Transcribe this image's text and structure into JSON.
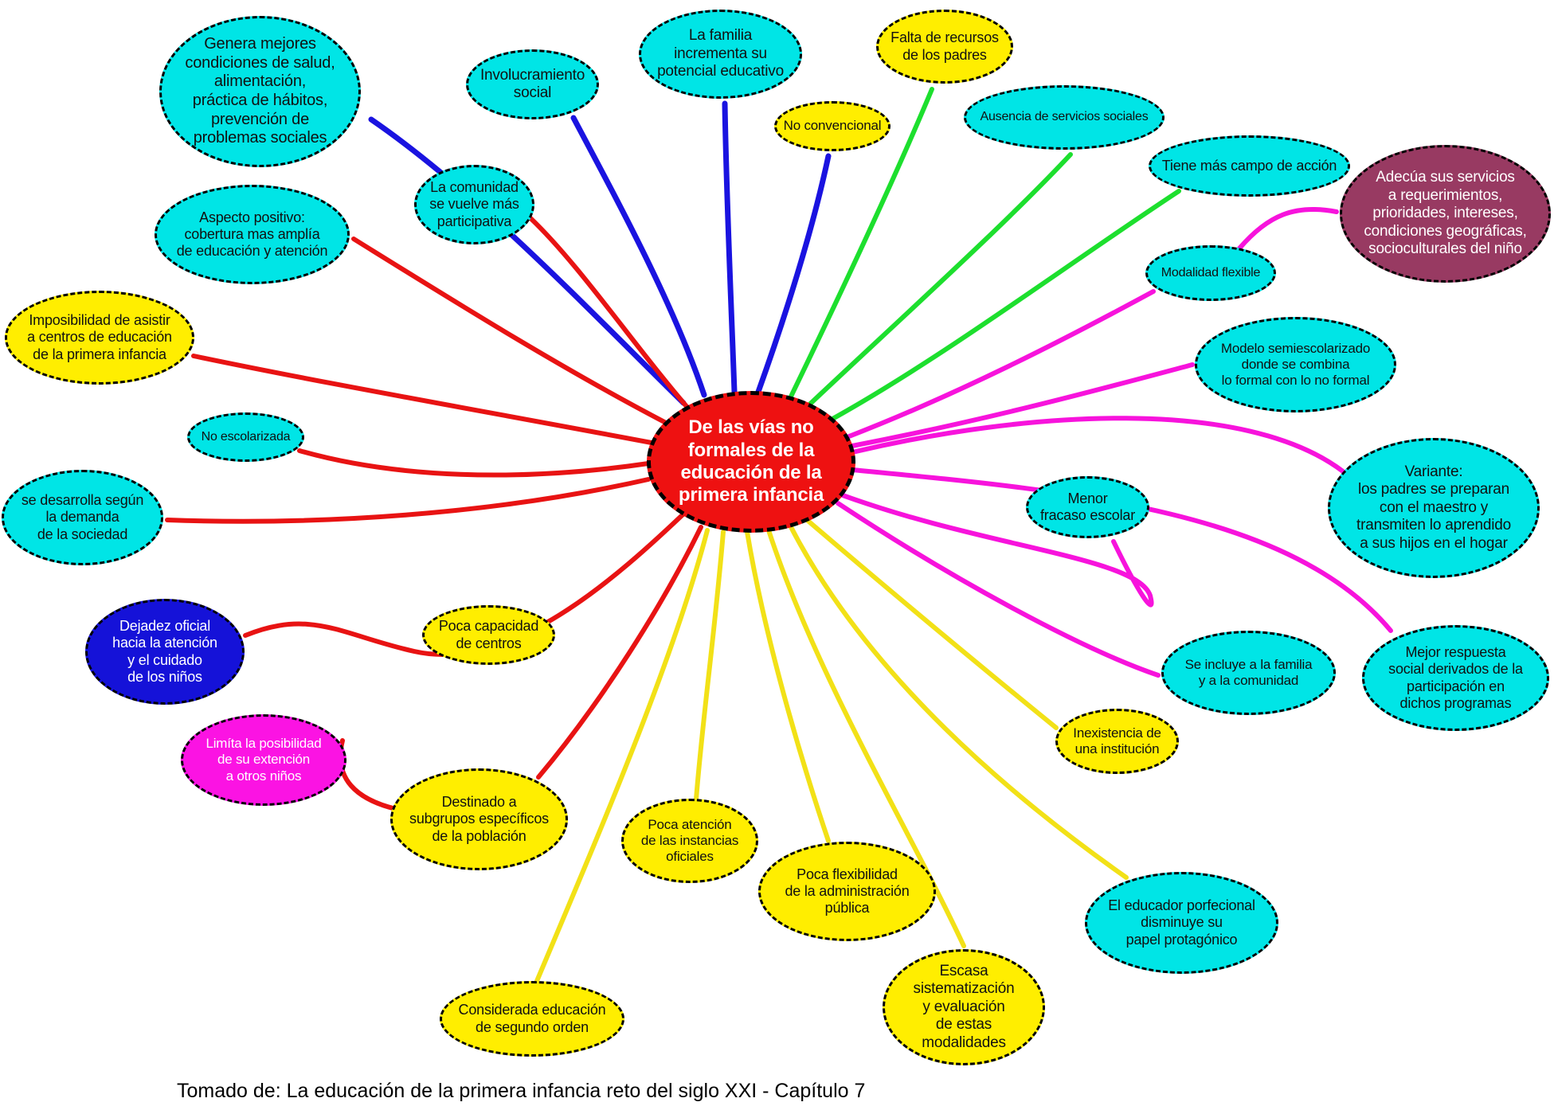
{
  "caption": "Tomado de: La educación de la primera infancia reto del siglo XXI - Capítulo 7",
  "palette": {
    "node_cyan": "#00e5e6",
    "node_yellow": "#ffee00",
    "node_red": "#ee1111",
    "node_blue": "#1512d8",
    "node_magenta": "#fb13e3",
    "node_maroon": "#983a62",
    "arrow_red": "#e81313",
    "arrow_blue": "#1a13e0",
    "arrow_green": "#1ddf2e",
    "arrow_magenta": "#f713dc",
    "arrow_yellow": "#f2e117"
  },
  "nodes": [
    {
      "id": "center",
      "fill": "red",
      "label": "De las vías no\nformales de la\neducación de la\nprimera infancia"
    },
    {
      "id": "genera-mejores",
      "fill": "cyan",
      "label": "Genera mejores\ncondiciones de salud,\nalimentación,\npráctica de hábitos,\nprevención de\nproblemas sociales"
    },
    {
      "id": "involucramiento-social",
      "fill": "cyan",
      "label": "Involucramiento\nsocial"
    },
    {
      "id": "la-familia",
      "fill": "cyan",
      "label": "La familia\nincrementa su\npotencial educativo"
    },
    {
      "id": "no-convencional",
      "fill": "yellow",
      "label": "No convencional"
    },
    {
      "id": "falta-de-recursos",
      "fill": "yellow",
      "label": "Falta de recursos\nde los padres"
    },
    {
      "id": "ausencia-servicios",
      "fill": "cyan",
      "label": "Ausencia de servicios sociales"
    },
    {
      "id": "tiene-mas-campo",
      "fill": "cyan",
      "label": "Tiene más campo de acción"
    },
    {
      "id": "adecua-servicios",
      "fill": "maroon",
      "label": "Adecúa sus servicios\na requerimientos,\nprioridades, intereses,\ncondiciones geográficas,\nsocioculturales del niño"
    },
    {
      "id": "modalidad-flexible",
      "fill": "cyan",
      "label": "Modalidad flexible"
    },
    {
      "id": "modelo-semiescolarizado",
      "fill": "cyan",
      "label": "Modelo semiescolarizado\ndonde se combina\nlo formal con lo no formal"
    },
    {
      "id": "variante",
      "fill": "cyan",
      "label": "Variante:\nlos padres se preparan\ncon el maestro y\ntransmiten lo aprendido\na sus hijos en el hogar"
    },
    {
      "id": "menor-fracaso",
      "fill": "cyan",
      "label": "Menor\nfracaso escolar"
    },
    {
      "id": "mejor-respuesta",
      "fill": "cyan",
      "label": "Mejor respuesta\nsocial derivados de la\nparticipación en\ndichos programas"
    },
    {
      "id": "se-incluye-familia",
      "fill": "cyan",
      "label": "Se incluye a la familia\ny a la comunidad"
    },
    {
      "id": "inexistencia-institucion",
      "fill": "yellow",
      "label": "Inexistencia de\nuna institución"
    },
    {
      "id": "educador-porfecional",
      "fill": "cyan",
      "label": "El educador porfecional\ndisminuye su\npapel protagónico"
    },
    {
      "id": "escasa-sistematizacion",
      "fill": "yellow",
      "label": "Escasa\nsistematización\ny evaluación\nde estas\nmodalidades"
    },
    {
      "id": "poca-flexibilidad",
      "fill": "yellow",
      "label": "Poca flexibilidad\nde la administración\npública"
    },
    {
      "id": "poca-atencion",
      "fill": "yellow",
      "label": "Poca atención\nde las instancias\noficiales"
    },
    {
      "id": "considerada-segundo-orden",
      "fill": "yellow",
      "label": "Considerada educación\nde segundo orden"
    },
    {
      "id": "destinado-subgrupos",
      "fill": "yellow",
      "label": "Destinado a\nsubgrupos específicos\nde la población"
    },
    {
      "id": "limita-posibilidad",
      "fill": "magenta",
      "label": "Limíta la posibilidad\nde su extención\na otros niños"
    },
    {
      "id": "dejadez-oficial",
      "fill": "blue",
      "label": "Dejadez oficial\nhacia la atención\ny el cuidado\nde los niños"
    },
    {
      "id": "poca-capacidad",
      "fill": "yellow",
      "label": "Poca capacidad\nde centros"
    },
    {
      "id": "se-desarrolla-demanda",
      "fill": "cyan",
      "label": "se desarrolla según\nla demanda\nde la sociedad"
    },
    {
      "id": "no-escolarizada",
      "fill": "cyan",
      "label": "No escolarizada"
    },
    {
      "id": "imposibilidad-asistir",
      "fill": "yellow",
      "label": "Imposibilidad de asistir\na centros de educación\nde la primera infancia"
    },
    {
      "id": "aspecto-positivo",
      "fill": "cyan",
      "label": "Aspecto positivo:\ncobertura mas amplía\nde educación y atención"
    },
    {
      "id": "la-comunidad",
      "fill": "cyan",
      "label": "La comunidad\nse vuelve más\nparticipativa"
    }
  ],
  "edges": [
    {
      "from": "center",
      "to": "genera-mejores",
      "color": "blue"
    },
    {
      "from": "center",
      "to": "involucramiento-social",
      "color": "blue"
    },
    {
      "from": "center",
      "to": "la-familia",
      "color": "blue"
    },
    {
      "from": "center",
      "to": "no-convencional",
      "color": "blue"
    },
    {
      "from": "center",
      "to": "falta-de-recursos",
      "color": "green"
    },
    {
      "from": "center",
      "to": "ausencia-servicios",
      "color": "green"
    },
    {
      "from": "center",
      "to": "tiene-mas-campo",
      "color": "green"
    },
    {
      "from": "center",
      "to": "modalidad-flexible",
      "color": "magenta"
    },
    {
      "from": "modalidad-flexible",
      "to": "adecua-servicios",
      "color": "magenta"
    },
    {
      "from": "center",
      "to": "modelo-semiescolarizado",
      "color": "magenta"
    },
    {
      "from": "center",
      "to": "variante",
      "color": "magenta"
    },
    {
      "from": "center",
      "to": "mejor-respuesta",
      "color": "magenta"
    },
    {
      "from": "center",
      "to": "se-incluye-familia",
      "color": "magenta"
    },
    {
      "from": "center",
      "to": "menor-fracaso",
      "color": "magenta"
    },
    {
      "from": "center",
      "to": "inexistencia-institucion",
      "color": "yellow"
    },
    {
      "from": "center",
      "to": "educador-porfecional",
      "color": "yellow"
    },
    {
      "from": "center",
      "to": "escasa-sistematizacion",
      "color": "yellow"
    },
    {
      "from": "center",
      "to": "poca-flexibilidad",
      "color": "yellow"
    },
    {
      "from": "center",
      "to": "poca-atencion",
      "color": "yellow"
    },
    {
      "from": "center",
      "to": "considerada-segundo-orden",
      "color": "yellow"
    },
    {
      "from": "center",
      "to": "la-comunidad",
      "color": "red"
    },
    {
      "from": "center",
      "to": "aspecto-positivo",
      "color": "red"
    },
    {
      "from": "center",
      "to": "imposibilidad-asistir",
      "color": "red"
    },
    {
      "from": "center",
      "to": "no-escolarizada",
      "color": "red"
    },
    {
      "from": "center",
      "to": "se-desarrolla-demanda",
      "color": "red"
    },
    {
      "from": "center",
      "to": "dejadez-oficial",
      "color": "red"
    },
    {
      "from": "center",
      "to": "destinado-subgrupos",
      "color": "red"
    },
    {
      "from": "destinado-subgrupos",
      "to": "limita-posibilidad",
      "color": "red"
    }
  ]
}
